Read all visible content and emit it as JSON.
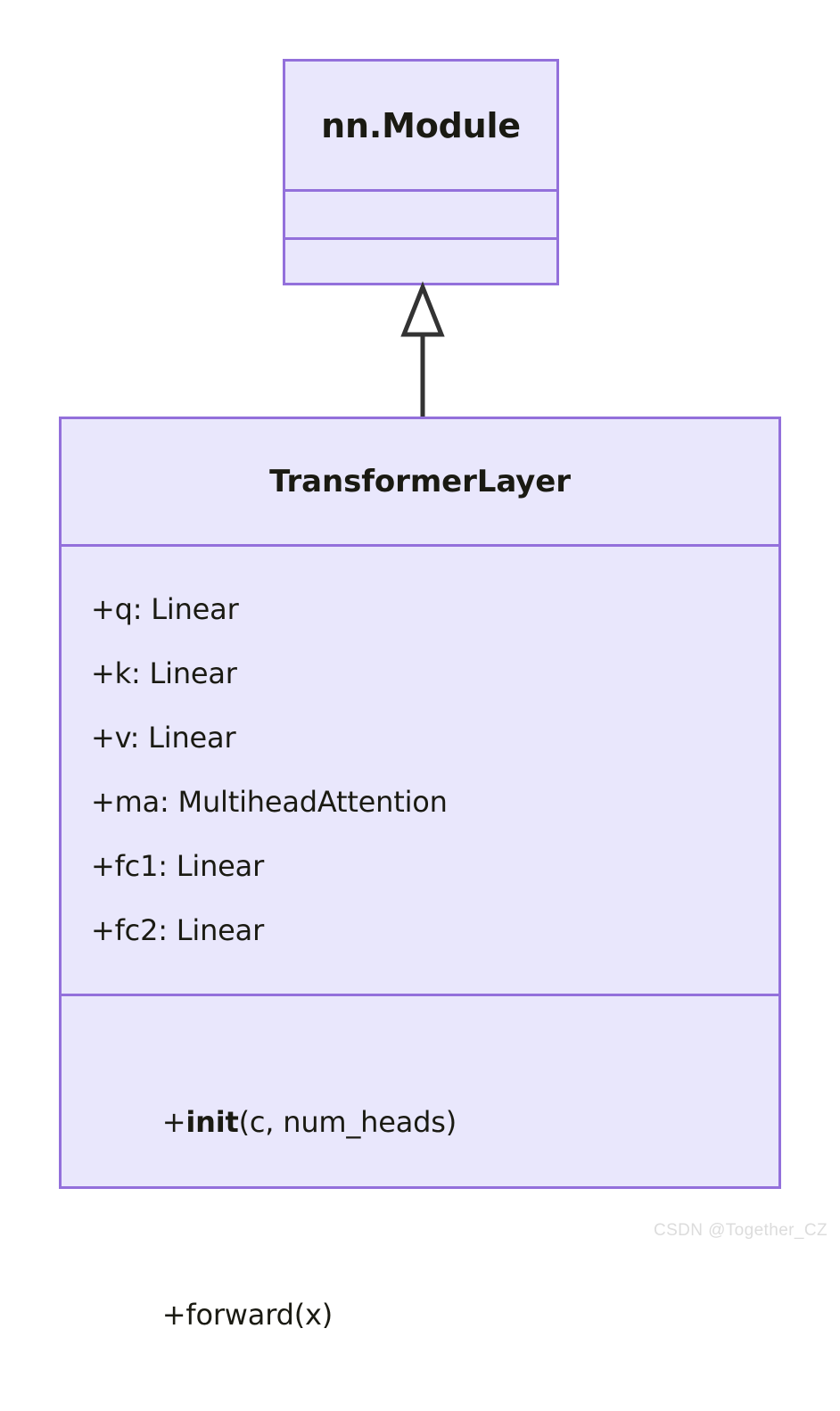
{
  "diagram": {
    "type": "uml-class-diagram",
    "background_color": "#ffffff",
    "box_fill_color": "#e9e7fc",
    "box_border_color": "#9370db",
    "text_color": "#1a1a12",
    "connector_color": "#333333",
    "connector_fill": "#ffffff"
  },
  "parent_class": {
    "name": "nn.Module",
    "attributes": [],
    "methods": []
  },
  "child_class": {
    "name": "TransformerLayer",
    "attributes": [
      "+q: Linear",
      "+k: Linear",
      "+v: Linear",
      "+ma: MultiheadAttention",
      "+fc1: Linear",
      "+fc2: Linear"
    ],
    "methods": [
      {
        "prefix": "+",
        "bold": "init",
        "suffix": "(c, num_heads)"
      },
      {
        "prefix": "+",
        "bold": "",
        "suffix": "forward(x)"
      }
    ]
  },
  "relationship": {
    "kind": "generalization",
    "label": "",
    "from": "TransformerLayer",
    "to": "nn.Module"
  },
  "watermark": {
    "text": "CSDN @Together_CZ"
  }
}
